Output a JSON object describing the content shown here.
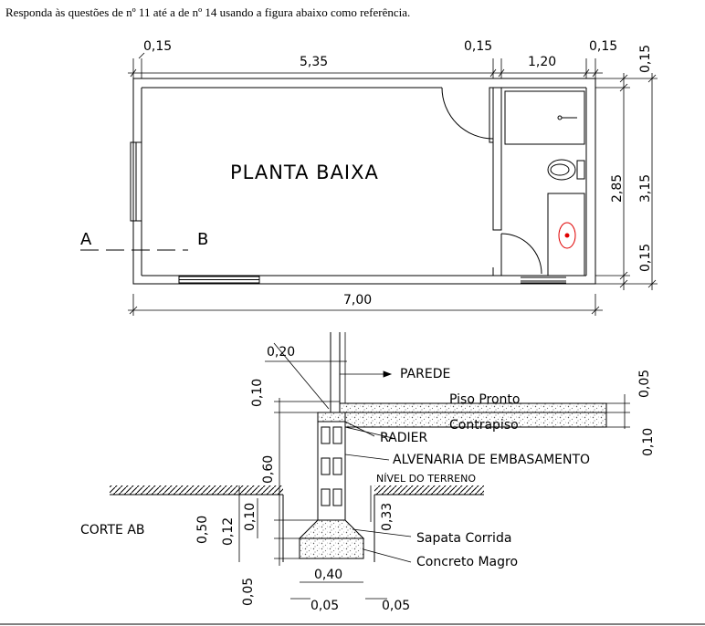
{
  "header": {
    "instruction": "Responda às questões de nº 11 até a de nº 14 usando a figura abaixo como referência."
  },
  "plan": {
    "title": "PLANTA BAIXA",
    "section_start": "A",
    "section_end": "B",
    "dims": {
      "top_left_wall": "0,15",
      "main_room_width": "5,35",
      "mid_wall": "0,15",
      "bath_width": "1,20",
      "top_right_wall": "0,15",
      "right_top_wall": "0,15",
      "inner_height": "2,85",
      "total_height": "3,15",
      "right_bottom_wall": "0,15",
      "total_width": "7,00"
    }
  },
  "section": {
    "title": "CORTE AB",
    "labels": {
      "wall": "PAREDE",
      "finished_floor": "Piso Pronto",
      "subfloor": "Contrapiso",
      "slab": "RADIER",
      "foundation_masonry": "ALVENARIA DE EMBASAMENTO",
      "ground_level": "NÍVEL DO TERRENO",
      "strip_footing": "Sapata Corrida",
      "lean_concrete": "Concreto Magro"
    },
    "dims": {
      "wall_thickness": "0,20",
      "slab_height": "0,10",
      "masonry_height": "0,60",
      "floor_thickness": "0,05",
      "subfloor_thickness": "0,10",
      "depth_to_footing": "0,33",
      "total_depth": "0,50",
      "footing_height": "0,12",
      "footing_top_step": "0,10",
      "lean_height": "0,05",
      "footing_width": "0,40",
      "left_offset": "0,05",
      "right_offset": "0,05"
    }
  }
}
